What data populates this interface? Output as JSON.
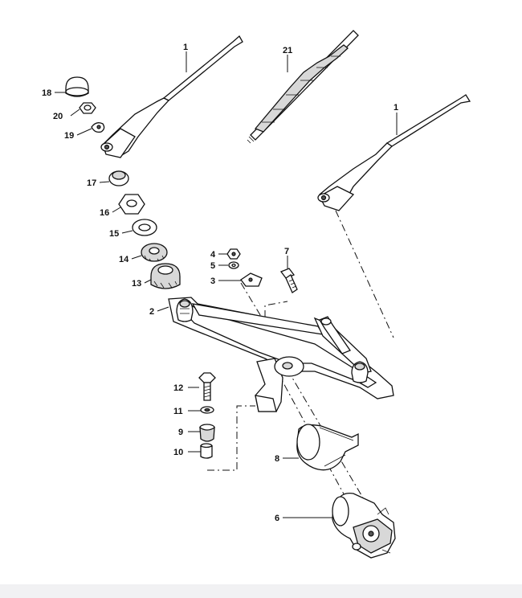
{
  "callouts": {
    "c1a": "1",
    "c1b": "1",
    "c2": "2",
    "c3": "3",
    "c4": "4",
    "c5": "5",
    "c6": "6",
    "c7": "7",
    "c8": "8",
    "c9": "9",
    "c10": "10",
    "c11": "11",
    "c12": "12",
    "c13": "13",
    "c14": "14",
    "c15": "15",
    "c16": "16",
    "c17": "17",
    "c18": "18",
    "c19": "19",
    "c20": "20",
    "c21": "21"
  }
}
